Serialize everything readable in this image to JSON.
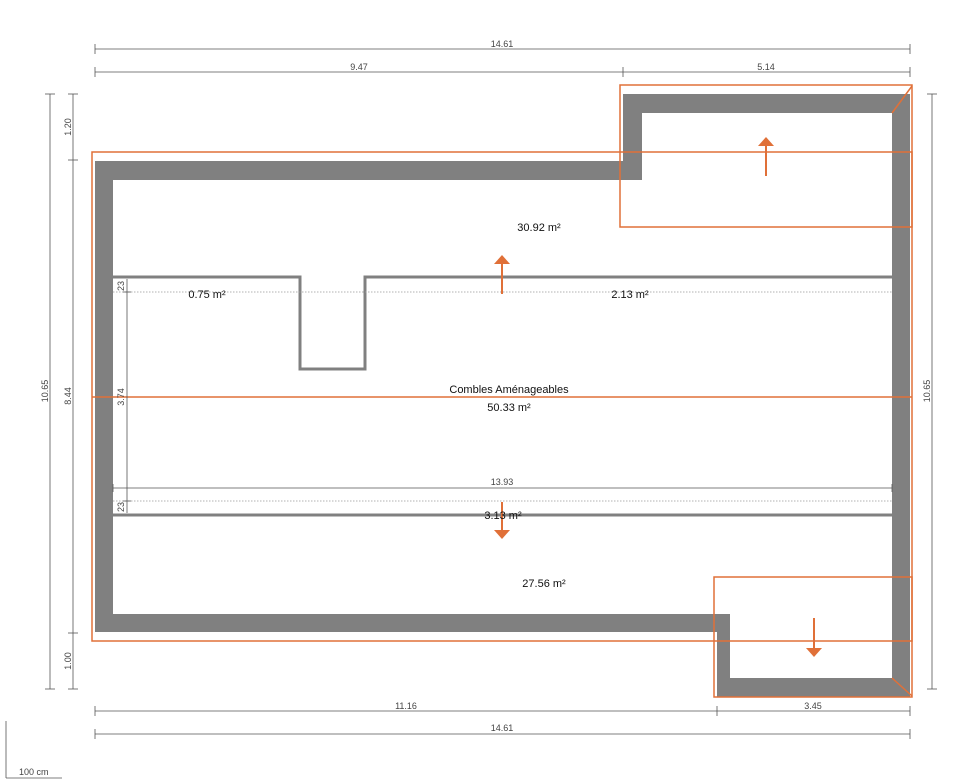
{
  "plan": {
    "colors": {
      "wall": "#808080",
      "roof_outline": "#e07038",
      "dimension": "#555555",
      "text": "#111111",
      "background": "#ffffff"
    },
    "dimensions": {
      "top_total": "14.61",
      "top_left": "9.47",
      "top_right": "5.14",
      "bottom_left": "11.16",
      "bottom_right": "3.45",
      "bottom_total": "14.61",
      "left_total": "10.65",
      "left_upper": "1.20",
      "left_middle": "8.44",
      "left_lower": "1.00",
      "right_total": "10.65",
      "inner_width": "13.93",
      "inner_top_small": "23",
      "inner_height": "3.74",
      "inner_bottom_small": "23"
    },
    "areas": {
      "top_zone": "30.92 m²",
      "left_small": "0.75 m²",
      "right_small": "2.13 m²",
      "room_label": "Combles Aménageables",
      "room_area": "50.33 m²",
      "lower_strip": "3.13 m²",
      "bottom_zone": "27.56 m²"
    },
    "scale_label": "100 cm",
    "icons": [
      "slope-arrow-up",
      "slope-arrow-down"
    ]
  }
}
